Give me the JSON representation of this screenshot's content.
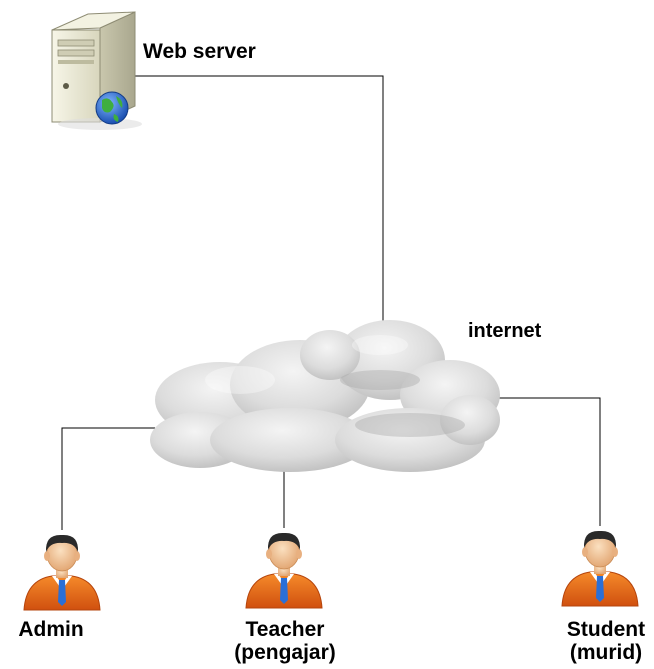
{
  "nodes": {
    "web_server": {
      "label": "Web server",
      "icon": "server-globe-icon"
    },
    "internet": {
      "label": "internet",
      "icon": "cloud-icon"
    },
    "admin": {
      "label": "Admin",
      "icon": "user-icon"
    },
    "teacher": {
      "label_line1": "Teacher",
      "label_line2": "(pengajar)",
      "icon": "user-icon"
    },
    "student": {
      "label_line1": "Student",
      "label_line2": "(murid)",
      "icon": "user-icon"
    }
  },
  "connections": [
    {
      "from": "web_server",
      "to": "internet"
    },
    {
      "from": "internet",
      "to": "admin"
    },
    {
      "from": "internet",
      "to": "teacher"
    },
    {
      "from": "internet",
      "to": "student"
    }
  ],
  "colors": {
    "line": "#000000",
    "cloud": "#d9d9d9",
    "person_shirt": "#e8641a",
    "person_skin": "#f2c79a",
    "person_hair": "#2a2a2a",
    "server_body": "#ecebd9",
    "globe": "#2b6fd6"
  }
}
